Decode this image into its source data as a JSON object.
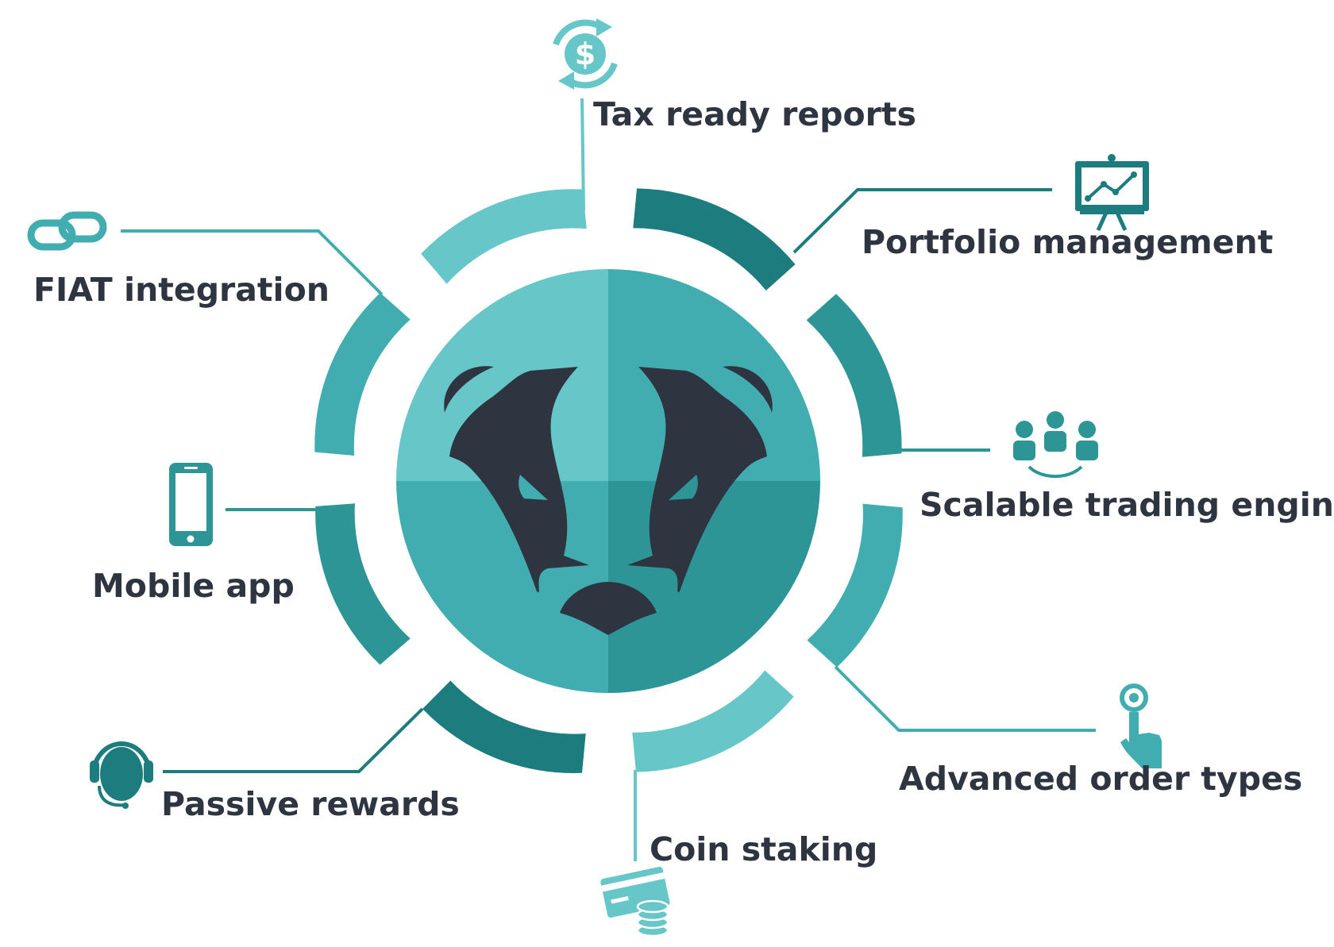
{
  "features": [
    {
      "id": "tax-ready-reports",
      "label": "Tax ready reports",
      "icon": "dollar-cycle-icon",
      "color": "#66c6c8"
    },
    {
      "id": "portfolio-management",
      "label": "Portfolio management",
      "icon": "chart-easel-icon",
      "color": "#1d7c7e"
    },
    {
      "id": "scalable-trading-engine",
      "label": "Scalable trading engine",
      "icon": "team-network-icon",
      "color": "#2d9595"
    },
    {
      "id": "advanced-order-types",
      "label": "Advanced order types",
      "icon": "tap-finger-icon",
      "color": "#42adb0"
    },
    {
      "id": "coin-staking",
      "label": "Coin staking",
      "icon": "card-coins-icon",
      "color": "#66c6c8"
    },
    {
      "id": "passive-rewards",
      "label": "Passive rewards",
      "icon": "headset-person-icon",
      "color": "#1d7c7e"
    },
    {
      "id": "mobile-app",
      "label": "Mobile app",
      "icon": "smartphone-icon",
      "color": "#2d9595"
    },
    {
      "id": "fiat-integration",
      "label": "FIAT integration",
      "icon": "chain-link-icon",
      "color": "#42adb0"
    }
  ],
  "center": {
    "icon": "badger-face-icon",
    "quadrant_colors": [
      "#66c6c8",
      "#42adb0",
      "#42adb0",
      "#2d9595"
    ],
    "face_color": "#2e3540"
  },
  "text_color": "#2e3540"
}
